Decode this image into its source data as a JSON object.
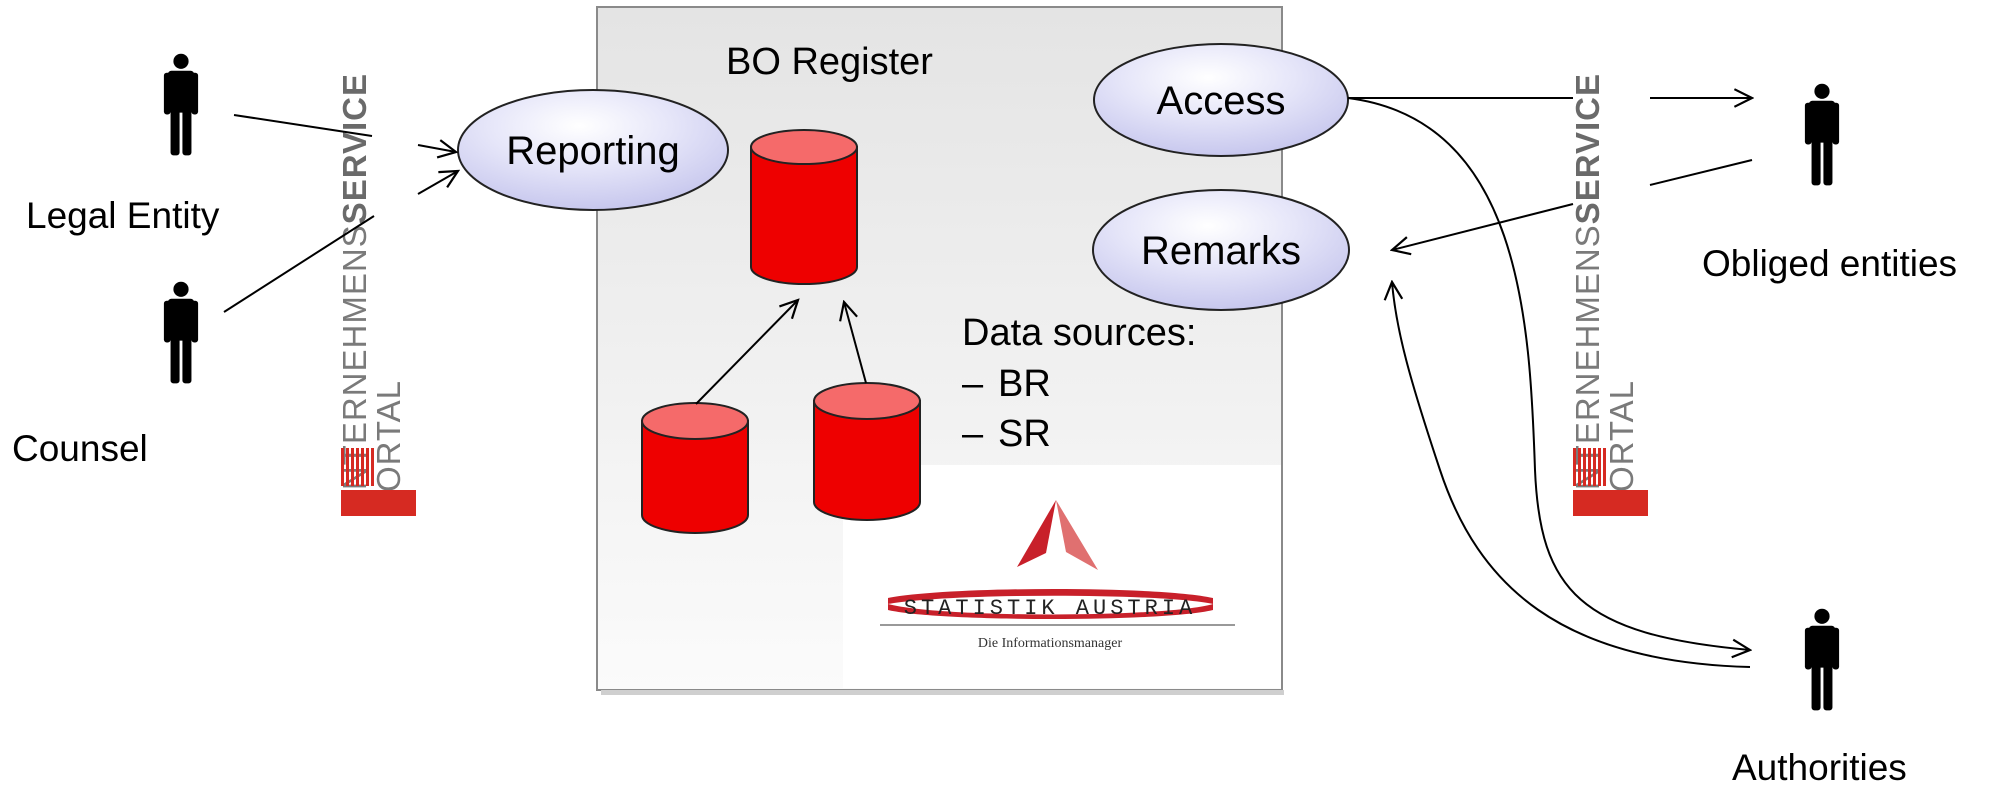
{
  "register": {
    "title": "BO Register",
    "sources_heading": "Data sources:",
    "sources": [
      "BR",
      "SR"
    ],
    "bullet": "–"
  },
  "processes": {
    "reporting": "Reporting",
    "access": "Access",
    "remarks": "Remarks"
  },
  "actors": {
    "legal_entity": "Legal Entity",
    "counsel": "Counsel",
    "obliged_entities": "Obliged entities",
    "authorities": "Authorities"
  },
  "portal": {
    "word_light": "UNTERNEHMENS",
    "word_bold": "SERVICE",
    "word_second": "PORTAL"
  },
  "logo": {
    "name": "STATISTIK AUSTRIA",
    "tagline": "Die Informationsmanager"
  },
  "colors": {
    "cylinder_fill": "#ee0000",
    "cylinder_top": "#f56a6a",
    "ellipse_fill": "#d4d4f2",
    "logo_red": "#c8202a",
    "portal_red": "#d62a22"
  }
}
